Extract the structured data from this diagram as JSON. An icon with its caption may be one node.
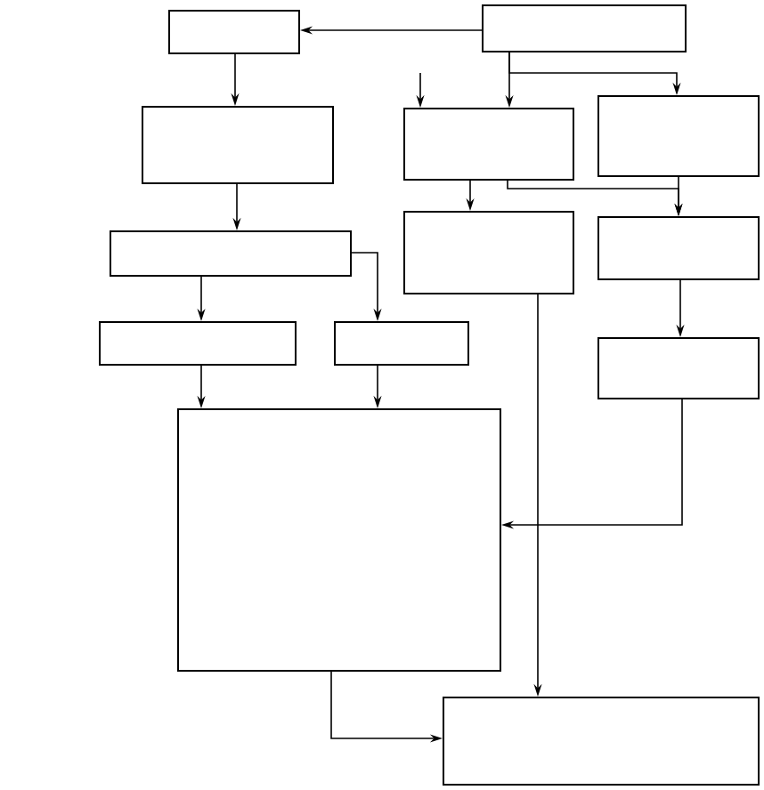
{
  "diagram": {
    "nodes": [
      {
        "text": [],
        "shape": "box"
      },
      {
        "text": [],
        "shape": "box"
      },
      {
        "text": [],
        "shape": "box"
      },
      {
        "text": [],
        "shape": "box"
      },
      {
        "text": [],
        "shape": "box"
      },
      {
        "text": [],
        "shape": "box"
      },
      {
        "text": [],
        "shape": "box"
      },
      {
        "text": [],
        "shape": "box"
      },
      {
        "text": [],
        "shape": "box"
      },
      {
        "text": [],
        "shape": "box"
      },
      {
        "text": [],
        "shape": "box"
      },
      {
        "text": [],
        "shape": "box"
      },
      {
        "text": [],
        "shape": "box"
      }
    ],
    "edges": [
      {
        "from": 1,
        "to": 0,
        "arrow": "to"
      },
      {
        "from": 0,
        "to": 2,
        "arrow": "to"
      },
      {
        "from": 1,
        "to": 3,
        "arrow": "to"
      },
      {
        "from": 1,
        "to": 4,
        "arrow": "to"
      },
      {
        "from": null,
        "to": 3,
        "arrow": "to"
      },
      {
        "from": 2,
        "to": 5,
        "arrow": "to"
      },
      {
        "from": 3,
        "to": 6,
        "arrow": "to"
      },
      {
        "from": 3,
        "to": 7,
        "arrow": "to"
      },
      {
        "from": 4,
        "to": 7,
        "arrow": "to"
      },
      {
        "from": 5,
        "to": 8,
        "arrow": "to"
      },
      {
        "from": 5,
        "to": 9,
        "arrow": "to"
      },
      {
        "from": 7,
        "to": 10,
        "arrow": "to"
      },
      {
        "from": 8,
        "to": 11,
        "arrow": "to"
      },
      {
        "from": 9,
        "to": 11,
        "arrow": "to"
      },
      {
        "from": 10,
        "to": 11,
        "arrow": "to"
      },
      {
        "from": 6,
        "to": 12,
        "arrow": "to"
      },
      {
        "from": 11,
        "to": 12,
        "arrow": "to"
      }
    ]
  }
}
